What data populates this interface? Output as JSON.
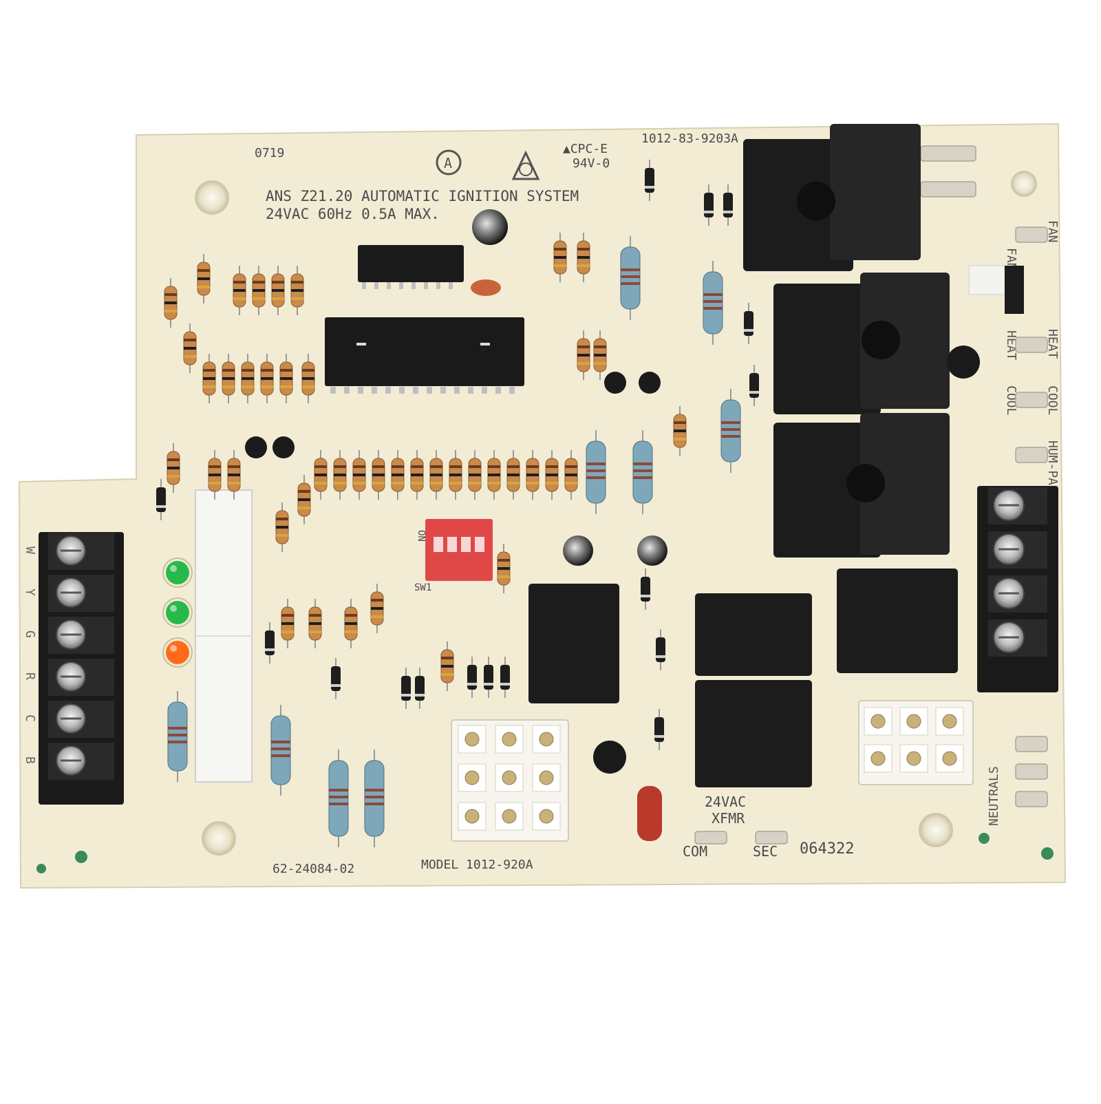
{
  "board": {
    "board_code": "0719",
    "title_line1": "ANS Z21.20 AUTOMATIC IGNITION SYSTEM",
    "title_line2": "24VAC 60Hz 0.5A MAX.",
    "flame_rating_1": "▲CPC-E",
    "flame_rating_2": "94V-0",
    "part_number_top": "1012-83-9203A",
    "part_number_bottom": "62-24084-02",
    "model": "MODEL 1012-920A",
    "date_code": "064322",
    "xfmr_label_1": "24VAC",
    "xfmr_label_2": "XFMR",
    "com_label": "COM",
    "sec_label": "SEC",
    "sw1_label": "SW1",
    "on_label": "ON"
  },
  "right_labels": {
    "fan": "FAN",
    "heat": "HEAT",
    "cool": "COOL",
    "hum": "HUM-PAI",
    "neutrals": "NEUTRALS"
  },
  "left_terminals": [
    "W",
    "Y",
    "G",
    "R",
    "C",
    "B"
  ],
  "right_terminals_count": 4,
  "leds": [
    "#29b84a",
    "#29b84a",
    "#ff6a1a"
  ],
  "colors": {
    "board": "#f2ecd5",
    "relay": "#1c1c1c",
    "terminal_block": "#1a1a1a",
    "resistor_blue": "#7fa7ba",
    "resistor_tan": "#c98a4c",
    "dip_switch": "#e04848",
    "connector_white": "#f7f5ee"
  }
}
